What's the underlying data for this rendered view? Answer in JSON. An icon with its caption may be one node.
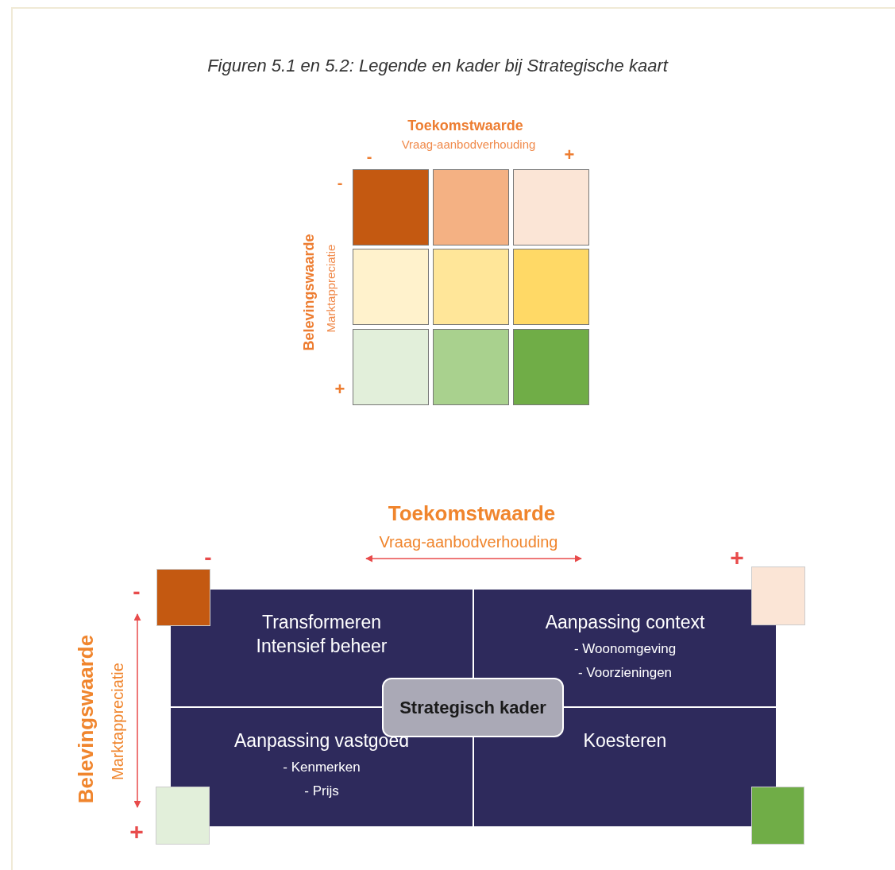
{
  "diagram": {
    "title": "Figuren 5.1 en 5.2: Legende en kader bij Strategische kaart",
    "nodes": [
      {
        "text": [],
        "shape": "box"
      },
      {
        "text": [],
        "shape": "box"
      },
      {
        "text": [],
        "shape": "box"
      },
      {
        "text": [],
        "shape": "box"
      },
      {
        "text": [],
        "shape": "box"
      },
      {
        "text": [],
        "shape": "box"
      },
      {
        "text": [],
        "shape": "box"
      },
      {
        "text": [],
        "shape": "box"
      },
      {
        "text": [],
        "shape": "box"
      },
      {
        "text": [],
        "shape": "box"
      },
      {
        "text": [],
        "shape": "box"
      },
      {
        "text": [
          "Transformeren Intensief beheer"
        ]
      },
      {
        "text": [
          "Aanpassing context",
          "- Woonomgeving",
          "- Voorzieningen"
        ]
      },
      {
        "text": [
          "Strategisch kader"
        ]
      },
      {
        "text": [
          "Aanpassing vastgoed",
          "- Kenmerken",
          "- Prijs"
        ]
      },
      {
        "text": [
          "Koesteren"
        ]
      },
      {
        "text": [],
        "shape": "box"
      },
      {
        "text": [],
        "shape": "box"
      }
    ],
    "edges": [],
    "labels": [
      "Toekomstwaarde",
      "Vraag-aanbodverhouding",
      "-",
      "+",
      "-",
      "Belevingswaarde",
      "Marktappreciatie",
      "+",
      "Toekomstwaarde",
      "Vraag-aanbodverhouding",
      "-",
      "+",
      "-",
      "Belevingswaarde",
      "Marktappreciatie",
      "+"
    ]
  }
}
